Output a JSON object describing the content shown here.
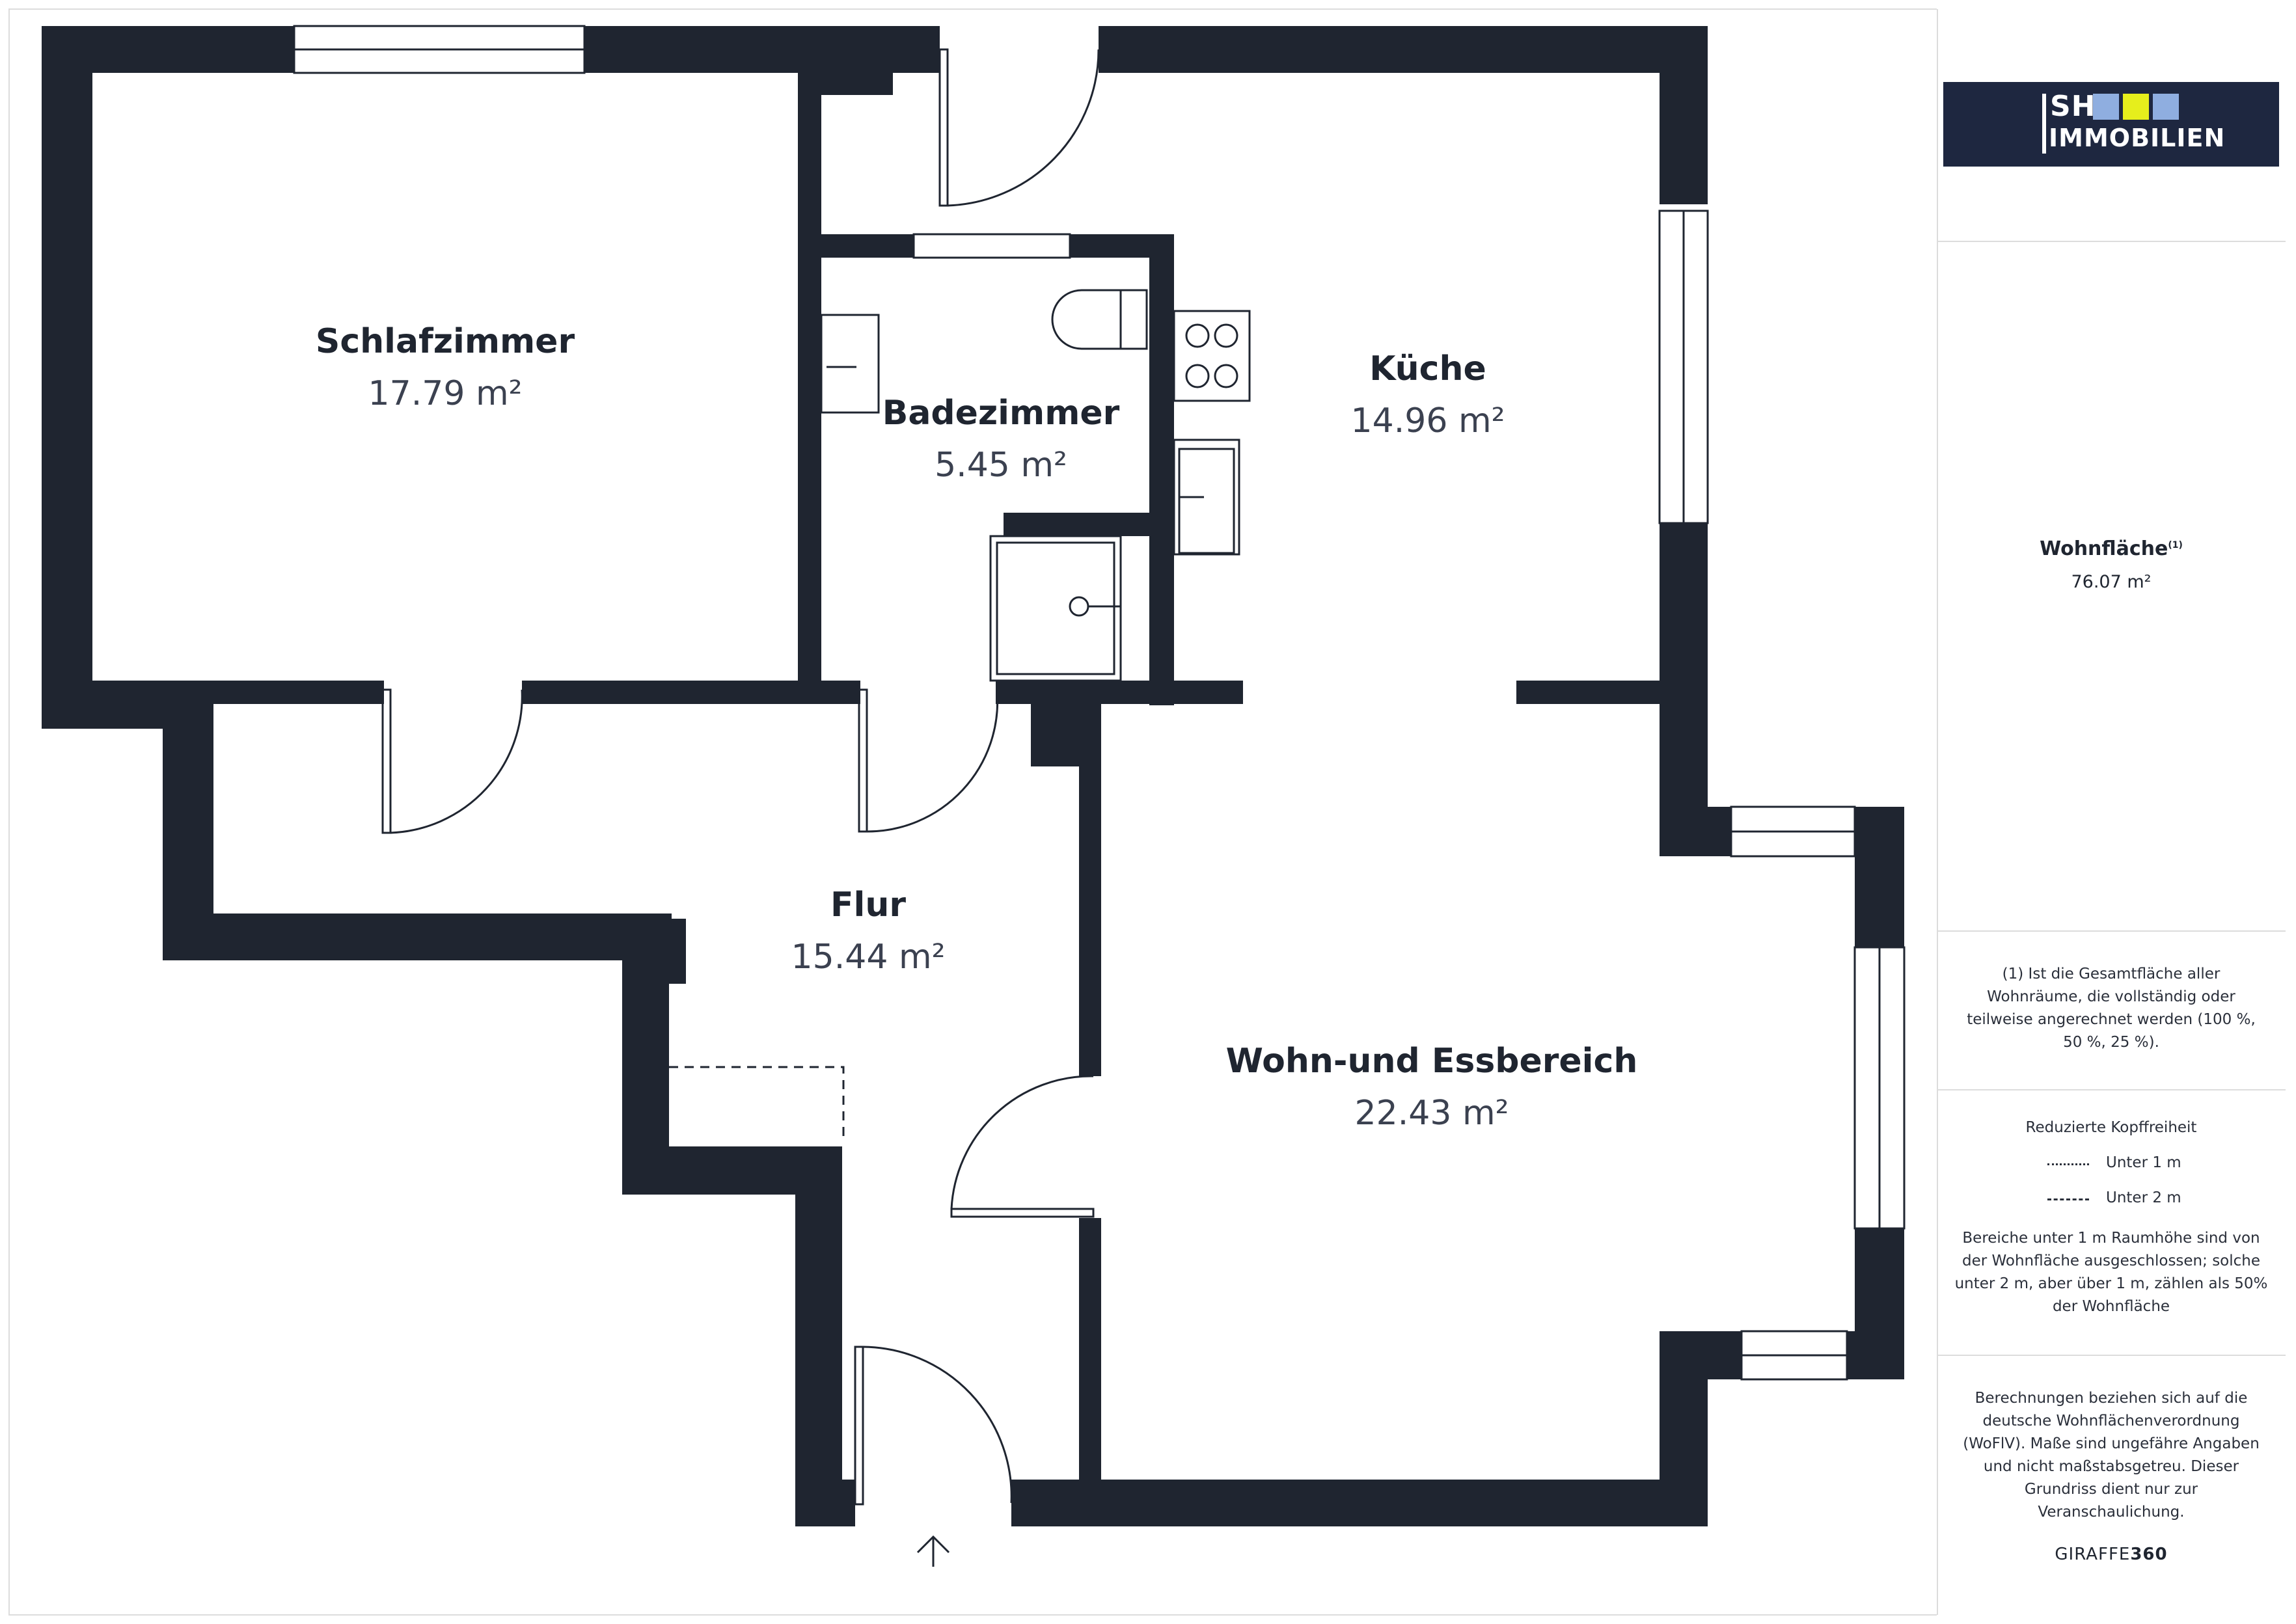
{
  "rooms": [
    {
      "id": "schlafzimmer",
      "name": "Schlafzimmer",
      "area": "17.79 m²"
    },
    {
      "id": "badezimmer",
      "name": "Badezimmer",
      "area": "5.45 m²"
    },
    {
      "id": "kueche",
      "name": "Küche",
      "area": "14.96 m²"
    },
    {
      "id": "flur",
      "name": "Flur",
      "area": "15.44 m²"
    },
    {
      "id": "wohn",
      "name": "Wohn-und Essbereich",
      "area": "22.43 m²"
    }
  ],
  "colors": {
    "wall": "#1f2530",
    "background": "#ffffff",
    "logo_bg": "#1e2740",
    "logo_blue": "#8faee0",
    "logo_yellow": "#e6ee1c"
  },
  "panel": {
    "logo_line1": "SH",
    "logo_line2": "IMMOBILIEN",
    "wohnflaeche_label": "Wohnfläche",
    "wohnflaeche_sup": "(1)",
    "wohnflaeche_value": "76.07 m²",
    "footnote": "(1) Ist die Gesamtfläche aller Wohnräume, die vollständig oder teilweise angerechnet werden (100 %, 50 %, 25 %).",
    "headroom_title": "Reduzierte Kopffreiheit",
    "legend_under_1m": "Unter 1 m",
    "legend_under_2m": "Unter 2 m",
    "headroom_text": "Bereiche unter 1 m Raumhöhe sind von der Wohnfläche ausgeschlossen; solche unter 2 m, aber über 1 m, zählen als 50% der Wohnfläche",
    "disclaimer": "Berechnungen beziehen sich auf die deutsche Wohnflächenverordnung (WoFlV). Maße sind ungefähre Angaben und nicht maßstabsgetreu. Dieser Grundriss dient nur zur Veranschaulichung.",
    "brand_light": "GIRAFFE",
    "brand_bold": "360"
  }
}
